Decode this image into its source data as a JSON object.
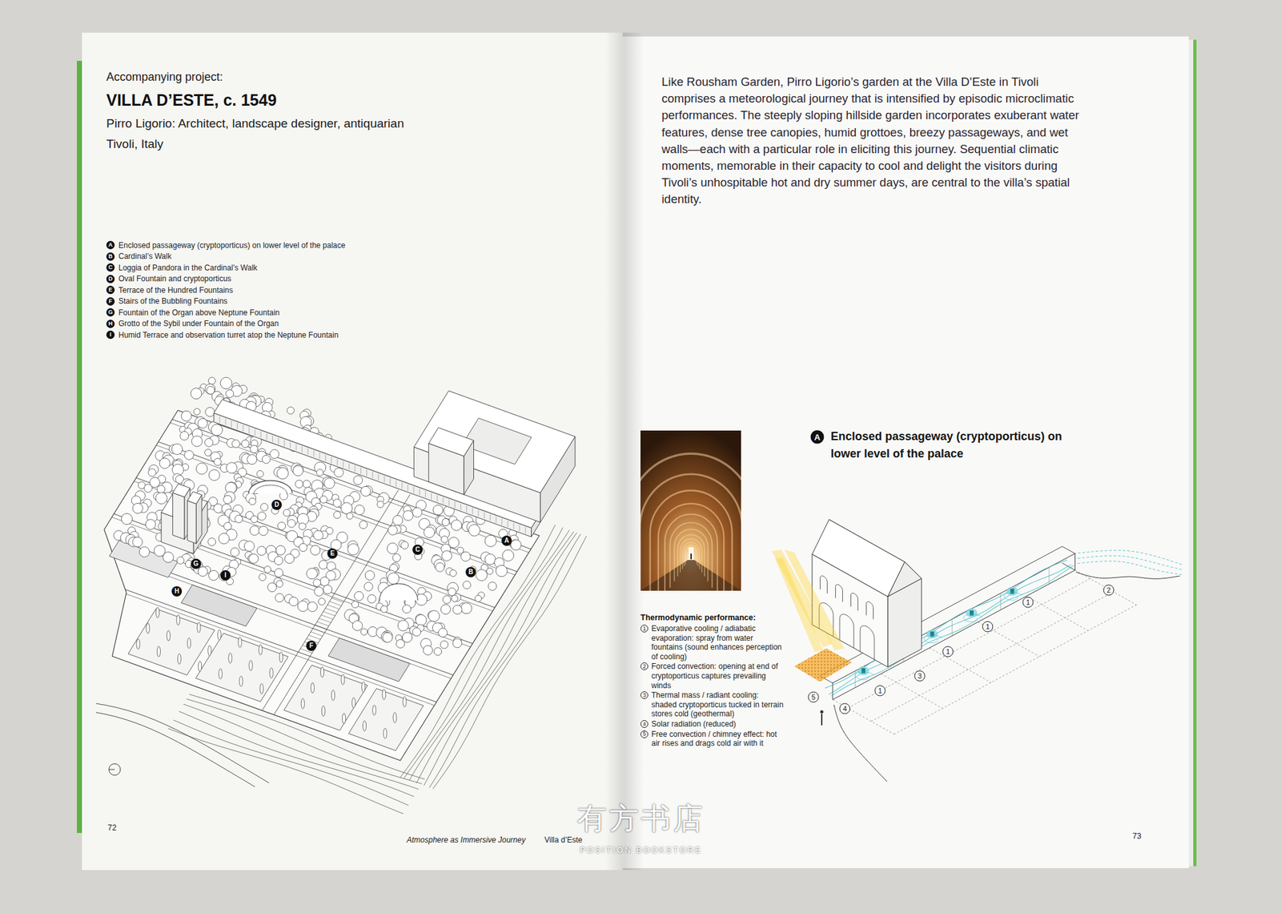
{
  "diagram": {
    "title": "VILLA D’ESTE, c. 1549",
    "nodes": [
      {
        "text": [
          "Accompanying project:",
          "Pirro Ligorio: Architect, landscape designer, antiquarian",
          "Tivoli, Italy"
        ]
      },
      {
        "text": [
          "Like Rousham Garden, Pirro Ligorio’s garden at the Villa D’Este in Tivoli comprises a meteorological journey that is intensified by episodic microclimatic performances. The steeply sloping hillside garden incorporates exuberant water features, dense tree canopies, humid grottoes, breezy passageways, and wet walls—each with a particular role in eliciting this journey. Sequential climatic moments, memorable in their capacity to cool and delight the visitors during Tivoli’s unhospitable hot and dry summer days, are central to the villa’s spatial identity."
        ]
      }
    ],
    "labels": [
      "A",
      "Enclosed passageway (cryptoporticus) on lower level of the palace",
      "B",
      "Cardinal’s Walk",
      "C",
      "Loggia of Pandora in the Cardinal’s Walk",
      "D",
      "Oval Fountain and cryptoporticus",
      "E",
      "Terrace of the Hundred Fountains",
      "F",
      "Stairs of the Bubbling Fountains",
      "G",
      "Fountain of the Organ above Neptune Fountain",
      "H",
      "Grotto of the Sybil under Fountain of the Organ",
      "I",
      "Humid Terrace and observation turret atop the Neptune Fountain",
      "A",
      "B",
      "C",
      "D",
      "E",
      "F",
      "G",
      "H",
      "I",
      "72",
      "Atmosphere as Immersive Journey",
      "Villa d’Este",
      "73",
      "A",
      "Enclosed passageway (cryptoporticus) on lower level of the palace",
      "Thermodynamic performance:",
      "1",
      "Evaporative cooling / adiabatic evaporation: spray from water fountains (sound enhances perception of cooling)",
      "2",
      "Forced convection: opening at end of cryptoporticus captures prevailing winds",
      "3",
      "Thermal mass / radiant cooling: shaded cryptoporticus tucked in terrain stores cold (geothermal)",
      "4",
      "Solar radiation (reduced)",
      "5",
      "Free convection / chimney effect: hot air rises and drags cold air with it",
      "1",
      "1",
      "1",
      "1",
      "2",
      "3",
      "4",
      "5",
      "有方书店",
      "POSITION BOOKSTORE"
    ]
  }
}
